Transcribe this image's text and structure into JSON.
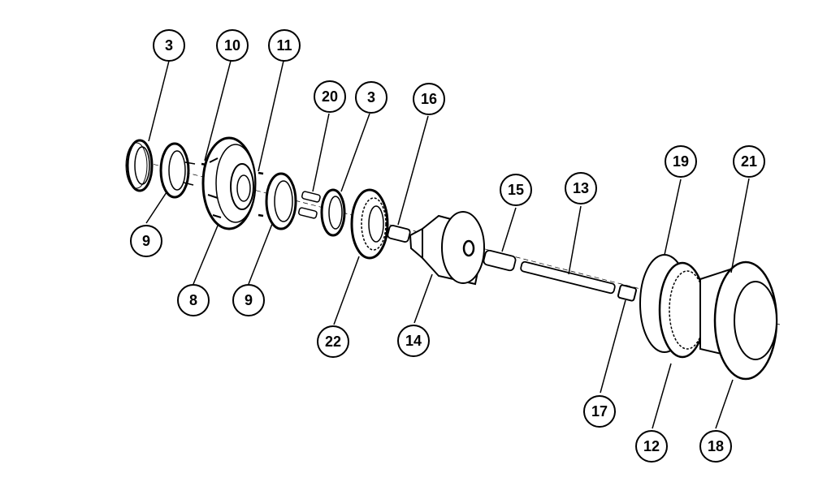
{
  "diagram": {
    "callouts": [
      {
        "id": "c3a",
        "label": "3"
      },
      {
        "id": "c10",
        "label": "10"
      },
      {
        "id": "c11",
        "label": "11"
      },
      {
        "id": "c20",
        "label": "20"
      },
      {
        "id": "c3b",
        "label": "3"
      },
      {
        "id": "c16",
        "label": "16"
      },
      {
        "id": "c9a",
        "label": "9"
      },
      {
        "id": "c8",
        "label": "8"
      },
      {
        "id": "c9b",
        "label": "9"
      },
      {
        "id": "c22",
        "label": "22"
      },
      {
        "id": "c14",
        "label": "14"
      },
      {
        "id": "c15",
        "label": "15"
      },
      {
        "id": "c13",
        "label": "13"
      },
      {
        "id": "c19",
        "label": "19"
      },
      {
        "id": "c21",
        "label": "21"
      },
      {
        "id": "c17",
        "label": "17"
      },
      {
        "id": "c12",
        "label": "12"
      },
      {
        "id": "c18",
        "label": "18"
      }
    ]
  }
}
